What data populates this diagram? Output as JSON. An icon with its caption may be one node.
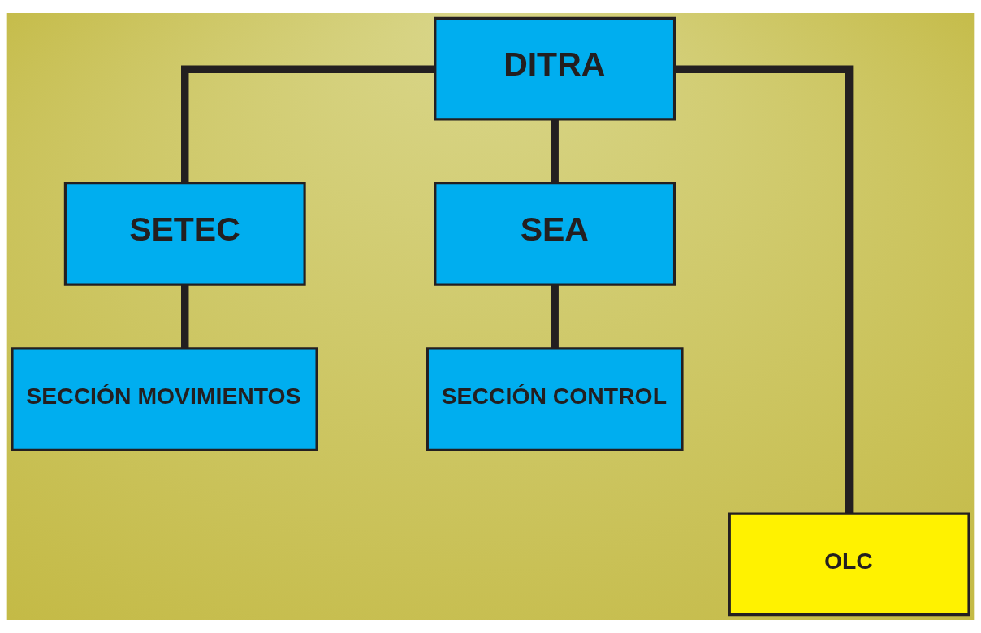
{
  "diagram": {
    "nodes": [
      {
        "text": [
          "DITRA"
        ]
      },
      {
        "text": [
          "SETEC"
        ]
      },
      {
        "text": [
          "SEA"
        ]
      },
      {
        "text": [
          "SECCIÓN MOVIMIENTOS"
        ]
      },
      {
        "text": [
          "SECCIÓN CONTROL"
        ]
      },
      {
        "text": [
          "OLC"
        ]
      }
    ],
    "edges": [
      {
        "from": 0,
        "to": 1,
        "arrow": "none"
      },
      {
        "from": 0,
        "to": 2,
        "arrow": "none"
      },
      {
        "from": 0,
        "to": 5,
        "arrow": "none"
      },
      {
        "from": 1,
        "to": 3,
        "arrow": "none"
      },
      {
        "from": 2,
        "to": 4,
        "arrow": "none"
      }
    ]
  }
}
